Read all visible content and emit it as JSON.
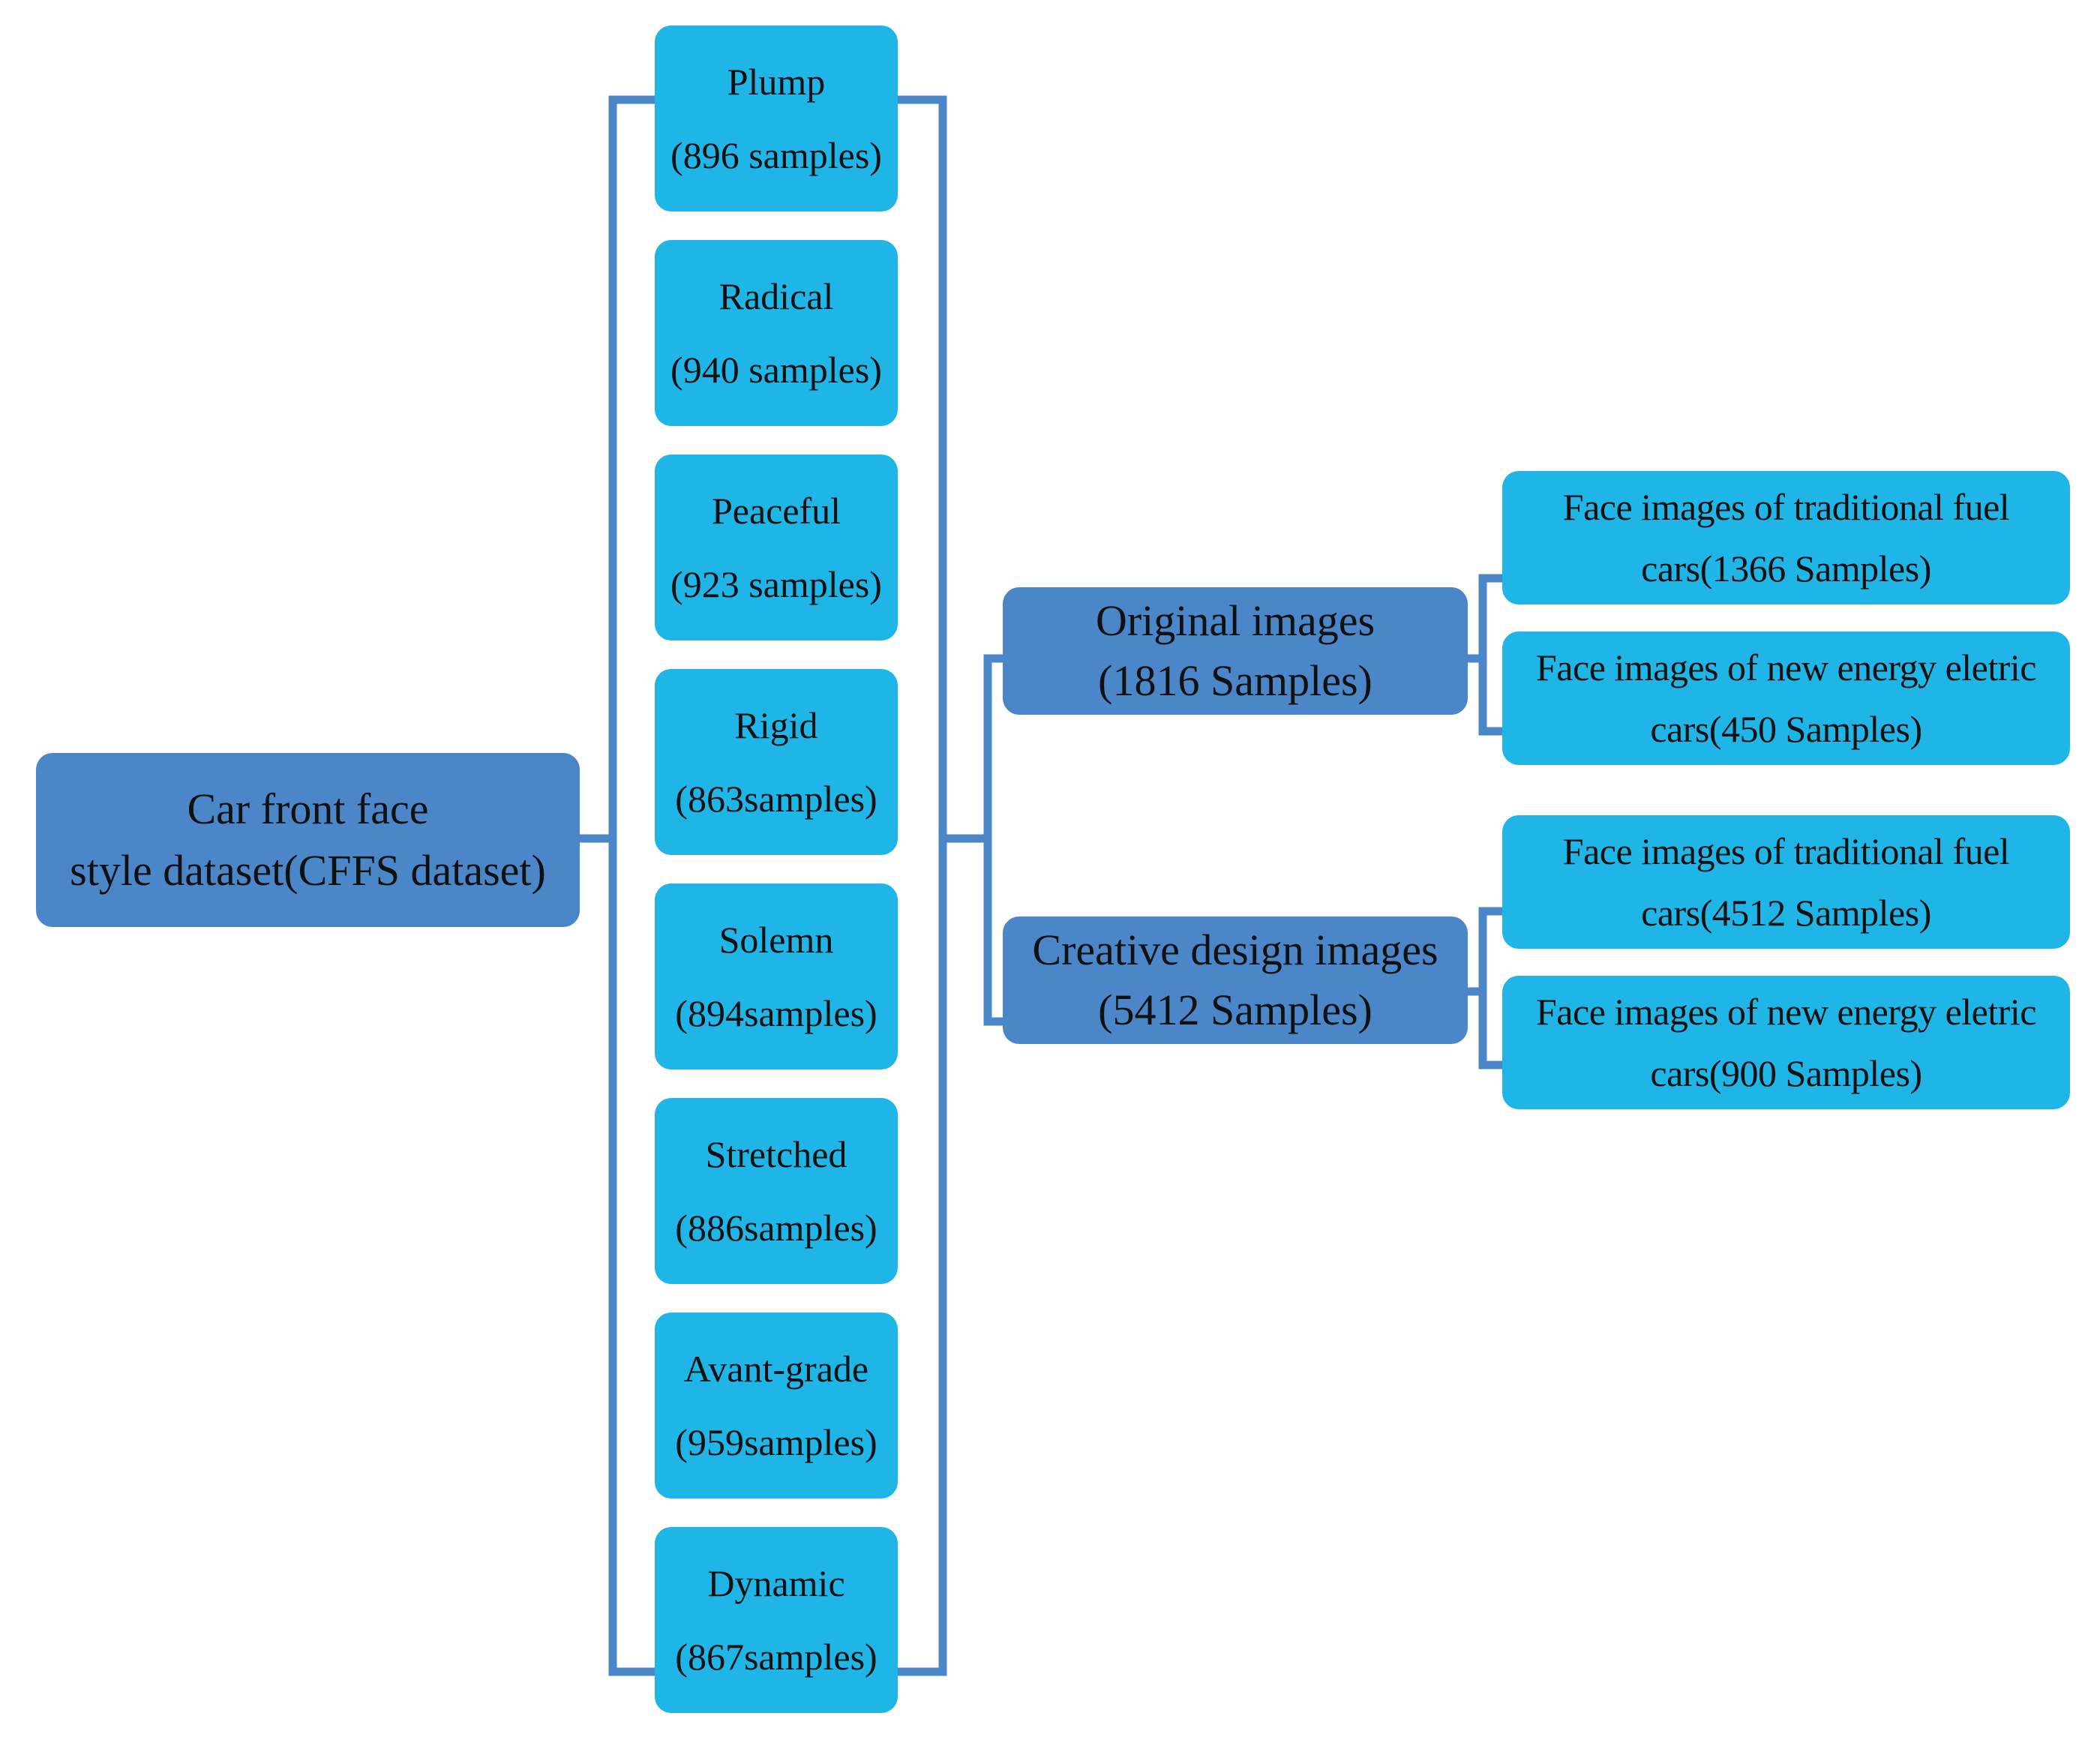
{
  "colors": {
    "dark_box": "#4a86c8",
    "light_box": "#1fb5e6",
    "connector": "#4a86c8",
    "text": "#111111"
  },
  "root": {
    "line1": "Car front face",
    "line2": "style dataset(CFFS dataset)"
  },
  "styles": [
    {
      "name": "Plump",
      "count": "(896 samples)"
    },
    {
      "name": "Radical",
      "count": "(940 samples)"
    },
    {
      "name": "Peaceful",
      "count": "(923 samples)"
    },
    {
      "name": "Rigid",
      "count": "(863samples)"
    },
    {
      "name": "Solemn",
      "count": "(894samples)"
    },
    {
      "name": "Stretched",
      "count": "(886samples)"
    },
    {
      "name": "Avant-grade",
      "count": "(959samples)"
    },
    {
      "name": "Dynamic",
      "count": "(867samples)"
    }
  ],
  "groups": {
    "original": {
      "line1": "Original images",
      "line2": "(1816 Samples)",
      "children": [
        {
          "line1": "Face images of traditional fuel",
          "line2": "cars(1366 Samples)"
        },
        {
          "line1": "Face images of new energy eletric",
          "line2": "cars(450 Samples)"
        }
      ]
    },
    "creative": {
      "line1": "Creative design images",
      "line2": "(5412 Samples)",
      "children": [
        {
          "line1": "Face images of traditional fuel",
          "line2": "cars(4512 Samples)"
        },
        {
          "line1": "Face images of new energy eletric",
          "line2": "cars(900 Samples)"
        }
      ]
    }
  }
}
